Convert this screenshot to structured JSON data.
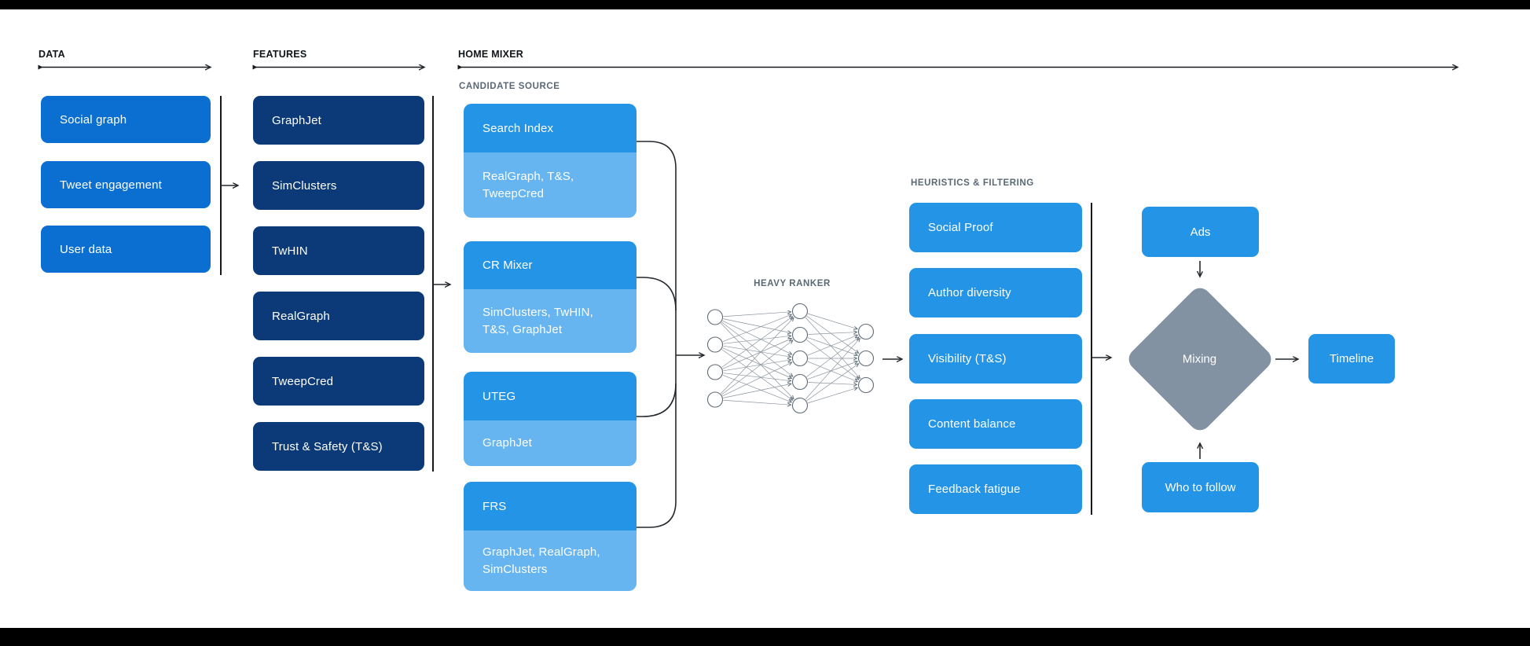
{
  "page": {
    "background": "#ffffff",
    "top_bar_color": "#000000",
    "bottom_bar_color": "#000000"
  },
  "palette": {
    "data_box": "#0b6fd1",
    "features_box": "#0c3a78",
    "source_box": "#2494e7",
    "source_sub_box": "#66b5f1",
    "filter_box": "#2494e7",
    "mixing_diamond": "#8392a3",
    "header_text": "#101418",
    "subheader_text": "#5a6876",
    "line_color": "#24282c"
  },
  "headers": {
    "data": "DATA",
    "features": "FEATURES",
    "home_mixer": "HOME MIXER"
  },
  "data_section": {
    "items": [
      {
        "label": "Social graph"
      },
      {
        "label": "Tweet engagement"
      },
      {
        "label": "User data"
      }
    ]
  },
  "features_section": {
    "items": [
      {
        "label": "GraphJet"
      },
      {
        "label": "SimClusters"
      },
      {
        "label": "TwHIN"
      },
      {
        "label": "RealGraph"
      },
      {
        "label": "TweepCred"
      },
      {
        "label": "Trust & Safety (T&S)"
      }
    ]
  },
  "candidate_source": {
    "label": "CANDIDATE SOURCE",
    "sources": [
      {
        "name": "Search Index",
        "inputs": [
          "RealGraph, T&S,",
          "TweepCred"
        ]
      },
      {
        "name": "CR Mixer",
        "inputs": [
          "SimClusters, TwHIN,",
          "T&S, GraphJet"
        ]
      },
      {
        "name": "UTEG",
        "inputs": [
          "GraphJet"
        ]
      },
      {
        "name": "FRS",
        "inputs": [
          "GraphJet, RealGraph,",
          "SimClusters"
        ]
      }
    ]
  },
  "heavy_ranker": {
    "label": "HEAVY RANKER",
    "layers": [
      4,
      5,
      3
    ]
  },
  "heuristics": {
    "label": "HEURISTICS & FILTERING",
    "items": [
      {
        "label": "Social Proof"
      },
      {
        "label": "Author diversity"
      },
      {
        "label": "Visibility (T&S)"
      },
      {
        "label": "Content balance"
      },
      {
        "label": "Feedback fatigue"
      }
    ]
  },
  "mixing_section": {
    "ads": "Ads",
    "mixing": "Mixing",
    "who_to_follow": "Who to follow",
    "timeline": "Timeline"
  }
}
